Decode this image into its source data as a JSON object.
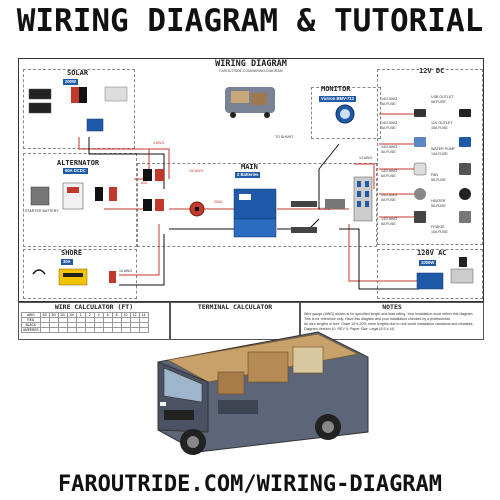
{
  "header": {
    "title": "WIRING DIAGRAM & TUTORIAL"
  },
  "board": {
    "title": "WIRING DIAGRAM",
    "subtitle": "FAROUTRIDE.COM/WIRING-DIAGRAM"
  },
  "sections": {
    "solar": "SOLAR",
    "monitor": "MONITOR",
    "dc": "12V DC",
    "alternator": "ALTERNATOR",
    "main": "MAIN",
    "shore": "SHORE",
    "ac": "120V AC"
  },
  "labels": {
    "solar_watts": "200W",
    "monitor_model": "Victron BMV-712",
    "alternator_amps": "60A DCDC",
    "main_batteries": "2 Batteries",
    "shore_amps": "30A",
    "inverter_watts": "1000W",
    "fuse_main": "250A",
    "fuse_alt": "60A",
    "starter_battery": "STARTER BATTERY",
    "to_shunt": "TO SHUNT",
    "wire_4awg": "4 AWG",
    "wire_2awg": "2/0 AWG",
    "wire_10awg": "10 AWG",
    "wire_14awg": "14 AWG",
    "wire_6awg": "6 AWG",
    "awg_row": "14/2 AWG"
  },
  "dc_loads": [
    {
      "label": "14/2 AWG",
      "fuse": "5A FUSE"
    },
    {
      "label": "14/2 AWG",
      "fuse": "5A FUSE"
    },
    {
      "label": "14/2 AWG",
      "fuse": "5A FUSE"
    },
    {
      "label": "14/2 AWG",
      "fuse": "5A FUSE"
    },
    {
      "label": "14/2 AWG",
      "fuse": "5A FUSE"
    },
    {
      "label": "14/2 AWG",
      "fuse": "5A FUSE"
    }
  ],
  "dc_loads_right": [
    {
      "label": "USB OUTLET",
      "fuse": "5A FUSE"
    },
    {
      "label": "12V OUTLET",
      "fuse": "15A FUSE"
    },
    {
      "label": "WATER PUMP",
      "fuse": "10A FUSE"
    },
    {
      "label": "FAN",
      "fuse": "5A FUSE"
    },
    {
      "label": "HEATER",
      "fuse": "5A FUSE"
    },
    {
      "label": "FRIDGE",
      "fuse": "10A FUSE"
    }
  ],
  "wire_calc": {
    "title": "WIRE CALCULATOR (FT)",
    "header": [
      "AWG",
      "4/0",
      "3/0",
      "2/0",
      "1/0",
      "1",
      "2",
      "4",
      "6",
      "8",
      "10",
      "12",
      "14"
    ],
    "rows": [
      {
        "name": "RED",
        "cells": [
          "",
          "",
          "",
          "",
          "",
          "",
          "",
          "",
          "",
          "",
          "",
          ""
        ]
      },
      {
        "name": "BLACK",
        "cells": [
          "",
          "",
          "",
          "",
          "",
          "",
          "",
          "",
          "",
          "",
          "",
          ""
        ]
      },
      {
        "name": "AMPERES",
        "cells": [
          "",
          "",
          "",
          "",
          "",
          "",
          "",
          "",
          "",
          "",
          "",
          ""
        ]
      }
    ]
  },
  "terminal_calc": {
    "title": "TERMINAL CALCULATOR"
  },
  "notes": {
    "title": "NOTES",
    "lines": [
      "Wire gauge (AWG) shown is for specified length and load rating. Your installation must reflect this diagram.",
      "This is for reference only. Have this diagram and your installation checked by a professional.",
      "All wire lengths in feet. Order 10%-20% more lengths due to real world installation variations and mistakes.",
      "Diagram Version 10, REV 5. Paper Size: Legal (8.5 x 14)"
    ]
  },
  "footer": {
    "url": "FAROUTRIDE.COM/WIRING-DIAGRAM"
  },
  "colors": {
    "positive": "#c0392b",
    "negative": "#111111",
    "accent": "#1e5aa8",
    "van": "#5d6678"
  }
}
